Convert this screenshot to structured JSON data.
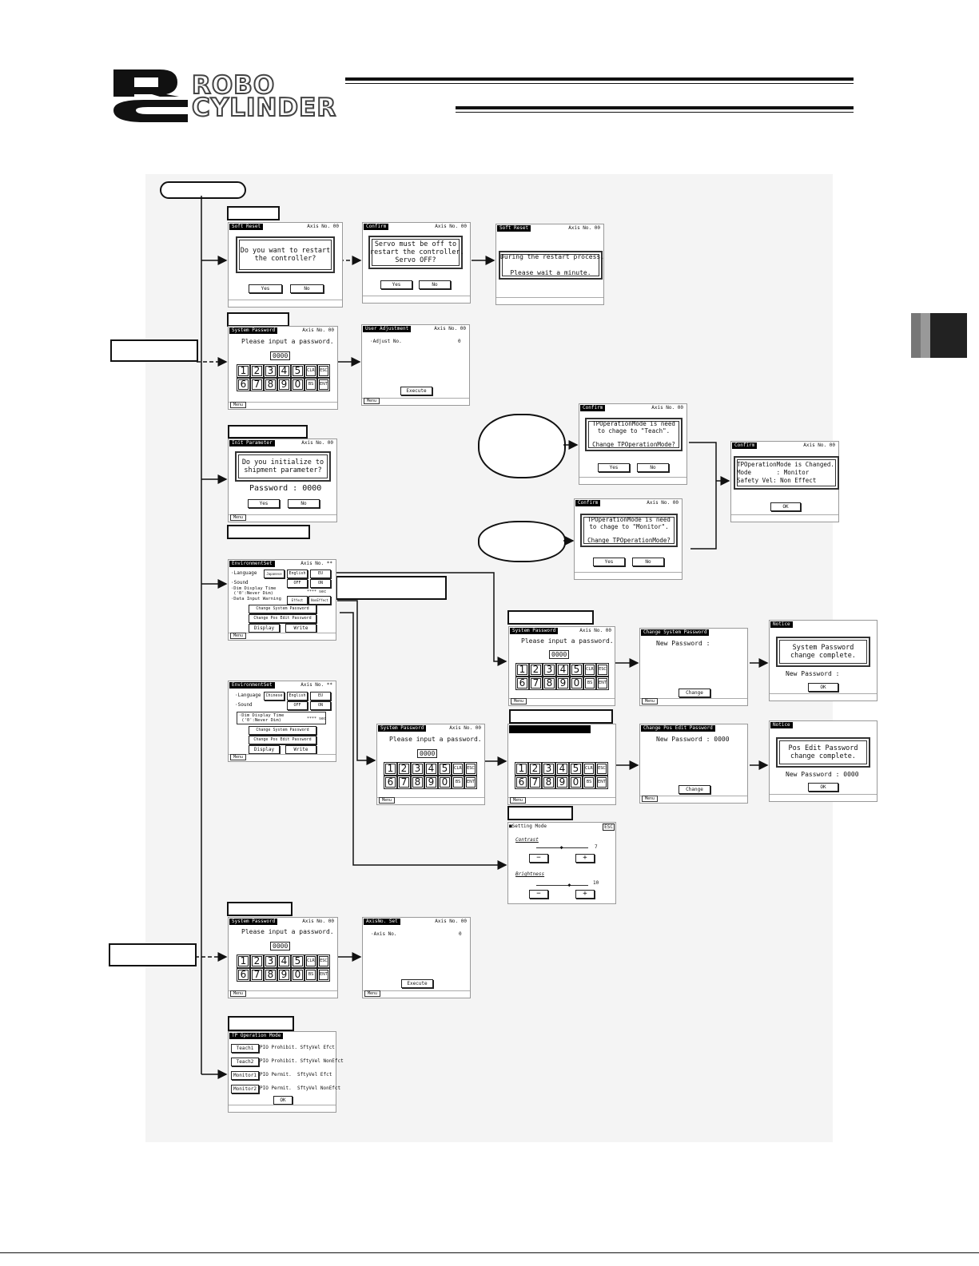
{
  "brand": {
    "line1": "ROBO",
    "line2": "CYLINDER"
  },
  "keypad": {
    "row1": [
      "1",
      "2",
      "3",
      "4",
      "5",
      "CLR",
      "ESC"
    ],
    "row2": [
      "6",
      "7",
      "8",
      "9",
      "0",
      "BS",
      "ENT"
    ]
  },
  "common": {
    "axis": "Axis No. 00",
    "axis_alt": "Axis No. **",
    "menu": "Menu",
    "yes": "Yes",
    "no": "No",
    "ok": "OK",
    "execute": "Execute",
    "change": "Change",
    "pw_prompt": "Please input a password.",
    "pw_mask": "0000"
  },
  "soft_reset": {
    "title": "Soft Reset",
    "question": "Do you want to restart\nthe controller?"
  },
  "confirm_servo": {
    "title": "Confirm",
    "msg": "Servo must be off to\nrestart the controller.\nServo OFF?"
  },
  "soft_reset_wait": {
    "title": "Soft Reset",
    "msg": "During the restart process.\n\nPlease wait a minute."
  },
  "system_password": {
    "title": "System Password"
  },
  "user_adjustment": {
    "title": "User Adjustment",
    "field": "·Adjust No.",
    "value": "0"
  },
  "init_param": {
    "title": "Init Parameter",
    "question": "Do you initialize to\nshipment parameter?",
    "password_label": "Password : 0000"
  },
  "env_set": {
    "title": "EnvironmentSet",
    "language": "·Language",
    "lang_opts": [
      "Japanese",
      "English",
      "EU"
    ],
    "lang_opts2": [
      "Chinese",
      "English",
      "EU"
    ],
    "sound": "·Sound",
    "sound_opts": [
      "OFF",
      "ON"
    ],
    "dim": "·Dim Display Time\n ('0':Never Dim)",
    "dim_val": "**** sec",
    "warn": "·Data Input Warning",
    "warn_opts": [
      "Effect",
      "NonEffect"
    ],
    "chg_sys": "Change System Password",
    "chg_pos": "Change Pos Edit Password",
    "display": "Display",
    "write": "Write"
  },
  "confirm_teach": {
    "title": "Confirm",
    "msg": "TPOperationMode is need\nto chage to \"Teach\".\n\nChange TPOperationMode?"
  },
  "confirm_monitor": {
    "title": "Confirm",
    "msg": "TPOperationMode is need\nto chage to \"Monitor\".\n\nChange TPOperationMode?"
  },
  "confirm_changed": {
    "title": "Confirm",
    "msg": "TPOperationMode is Changed.\nMode       : Monitor\nSafety Vel: Non Effect"
  },
  "change_sys_pw": {
    "title": "Change System Password",
    "new_label": "New Password :"
  },
  "change_pos_pw": {
    "title": "Change Pos Edit Password",
    "new_label": "New Password : 0000"
  },
  "notice_sys": {
    "title": "Notice",
    "msg": "System Password\nchange complete.",
    "new_label": "New Password :"
  },
  "notice_pos": {
    "title": "Notice",
    "msg": "Pos Edit Password\nchange complete.",
    "new_label": "New Password : 0000"
  },
  "setting_mode": {
    "title": "■Setting Mode",
    "tag": "ESC",
    "contrast": "Contrast",
    "contrast_val": "7",
    "contrast_level": 0.5,
    "brightness": "Brightness",
    "brightness_val": "10",
    "brightness_level": 0.65,
    "minus": "−",
    "plus": "+"
  },
  "axis_no_set": {
    "title": "AxisNo. Set",
    "field": "·Axis No.",
    "value": "0"
  },
  "tp_mode": {
    "title": "TP Operation Mode",
    "rows": [
      {
        "btn": "Teach1",
        "desc": "PIO Prohibit. SftyVel Efct"
      },
      {
        "btn": "Teach2",
        "desc": "PIO Prohibit. SftyVel NonEfct"
      },
      {
        "btn": "Monitor1",
        "desc": "PIO Permit.  SftyVel Efct"
      },
      {
        "btn": "Monitor2",
        "desc": "PIO Permit.  SftyVel NonEfct"
      }
    ]
  }
}
